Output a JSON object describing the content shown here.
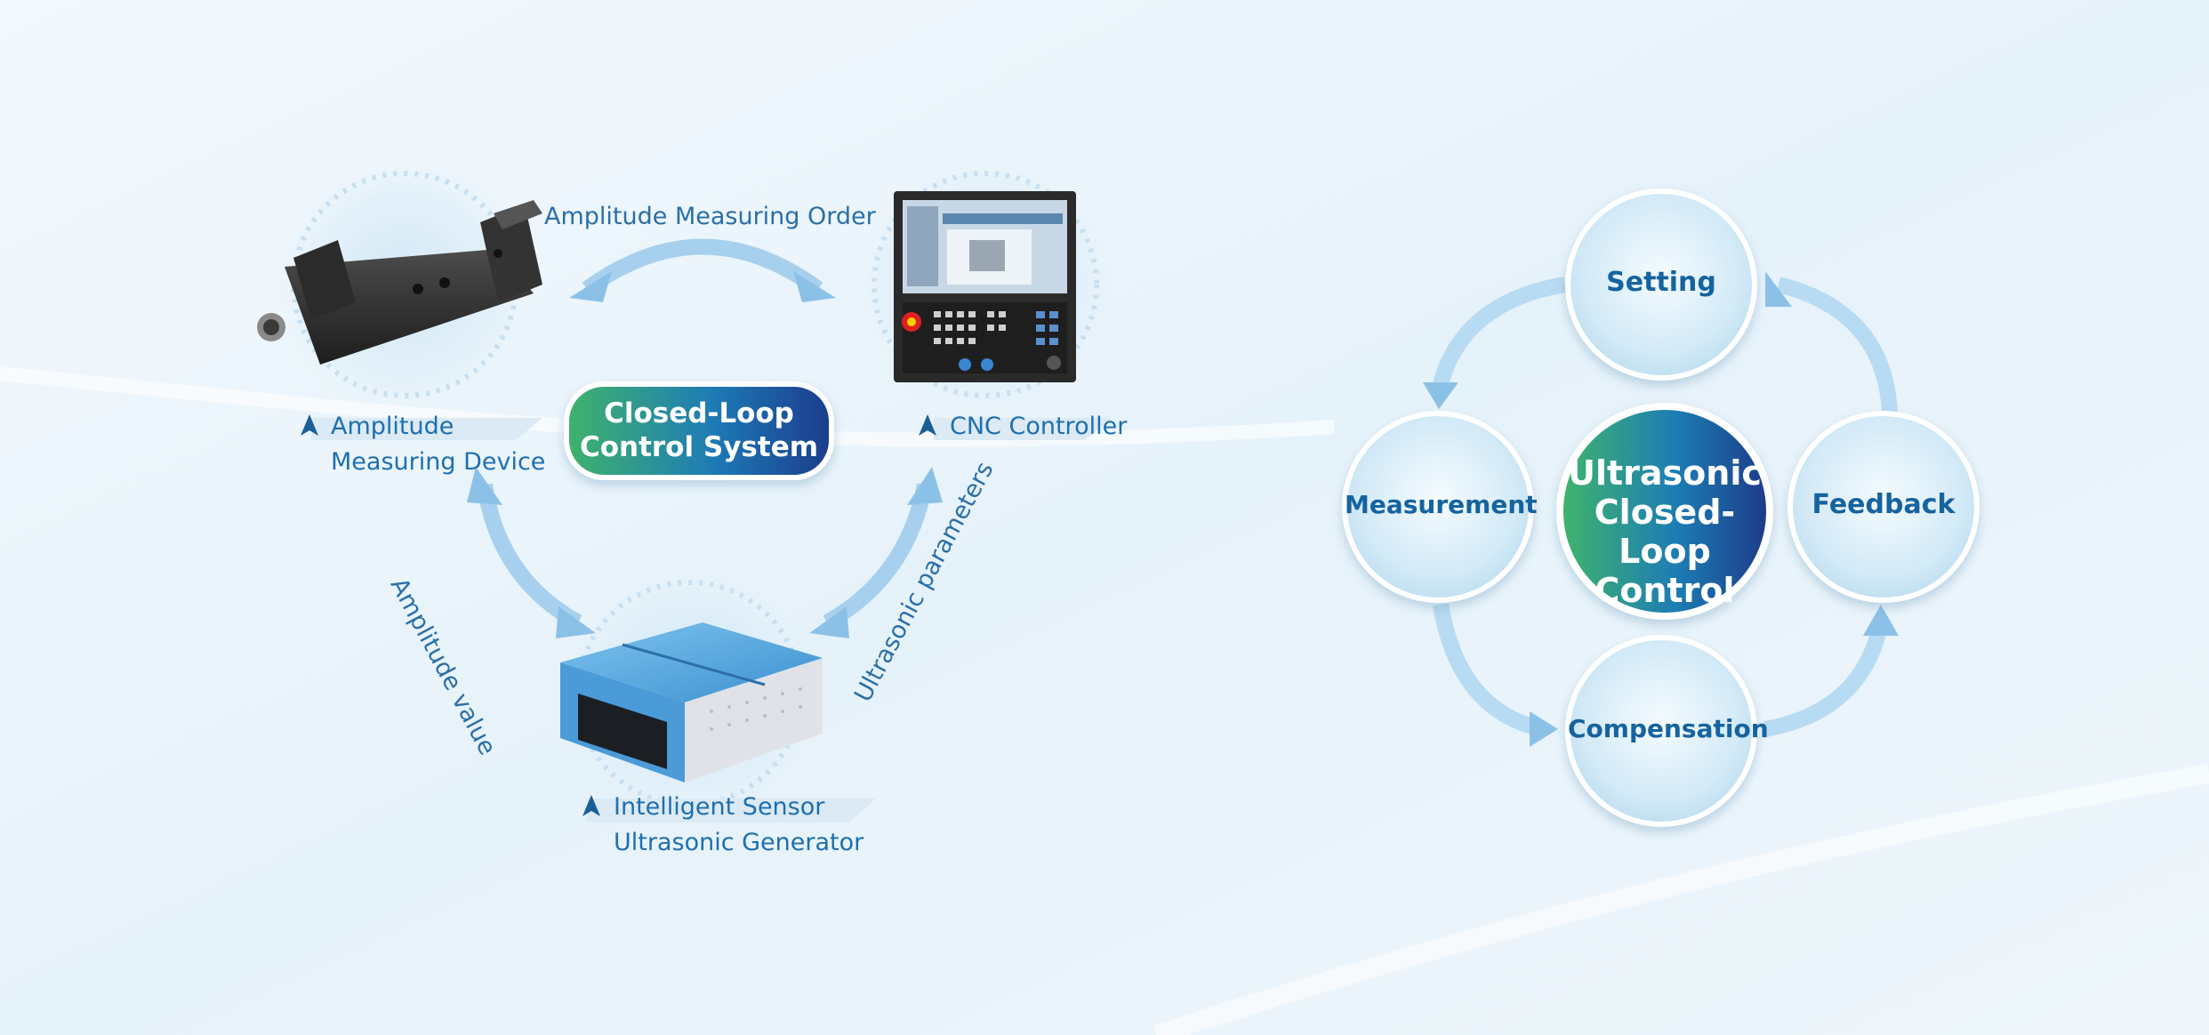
{
  "left_diagram": {
    "center_title": [
      "Closed-Loop",
      "Control System"
    ],
    "nodes": {
      "amplitude_device": [
        "Amplitude",
        "Measuring Device"
      ],
      "cnc_controller": "CNC Controller",
      "generator": [
        "Intelligent Sensor",
        "Ultrasonic Generator"
      ]
    },
    "edges": {
      "top": "Amplitude Measuring Order",
      "left": "Amplitude value",
      "right": "Ultrasonic parameters"
    }
  },
  "cycle_diagram": {
    "center": [
      "Ultrasonic",
      "Closed-Loop",
      "Control"
    ],
    "steps": [
      "Setting",
      "Feedback",
      "Compensation",
      "Measurement"
    ]
  },
  "colors": {
    "accent_blue": "#1e6fb0",
    "gradient_green": "#3fb36b",
    "gradient_navy": "#1f3c8c"
  }
}
